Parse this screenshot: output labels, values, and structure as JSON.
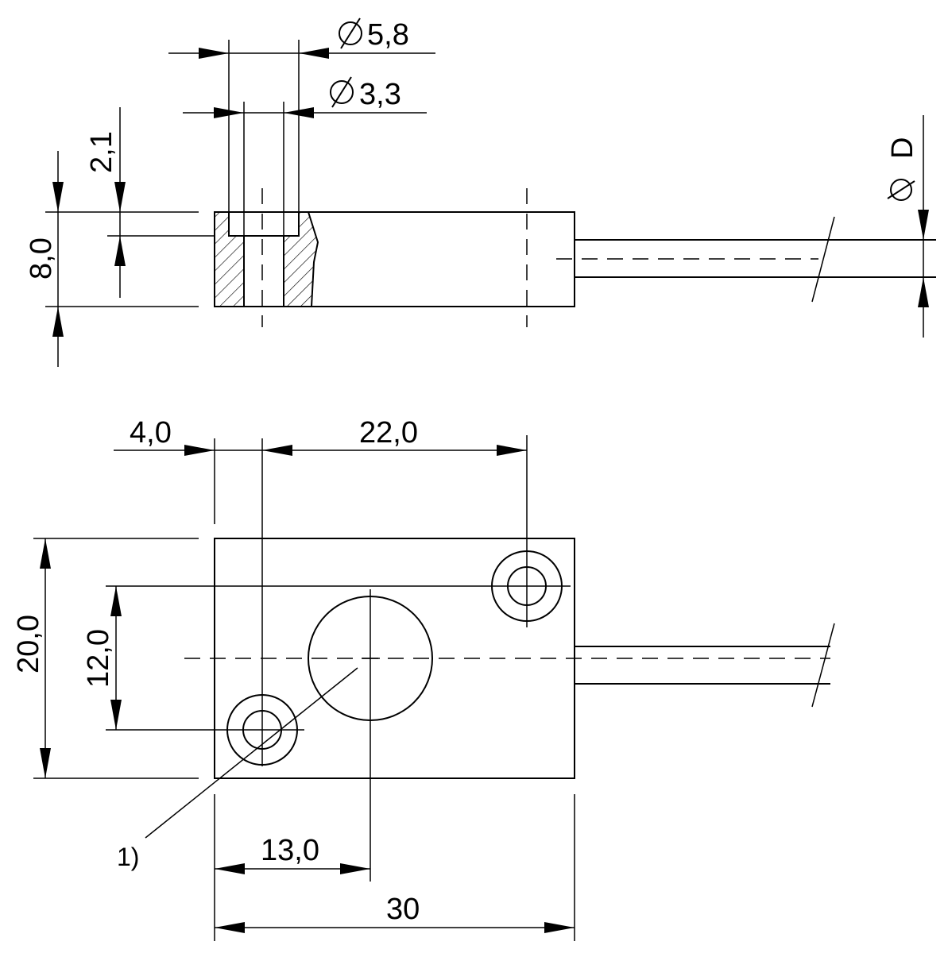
{
  "dimensions": {
    "dia_5_8": "5,8",
    "dia_3_3": "3,3",
    "height_8_0": "8,0",
    "depth_2_1": "2,1",
    "dia_D": "D",
    "offset_4_0": "4,0",
    "spacing_22_0": "22,0",
    "width_20_0": "20,0",
    "spacing_12_0": "12,0",
    "center_13_0": "13,0",
    "length_30": "30"
  },
  "callouts": {
    "note_1": "1)"
  },
  "symbols": {
    "diameter": "diameter-symbol"
  }
}
